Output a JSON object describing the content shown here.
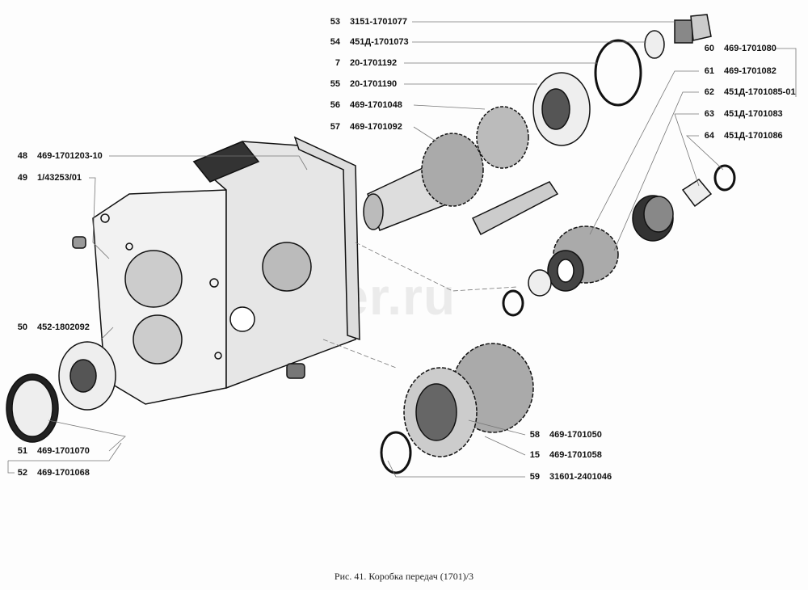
{
  "watermark": "autopiter.ru",
  "caption": "Рис. 41. Коробка передач (1701)/3",
  "labels": {
    "p53": {
      "num": "53",
      "code": "3151-1701077"
    },
    "p54": {
      "num": "54",
      "code": "451Д-1701073"
    },
    "p7": {
      "num": "7",
      "code": "20-1701192"
    },
    "p55": {
      "num": "55",
      "code": "20-1701190"
    },
    "p56": {
      "num": "56",
      "code": "469-1701048"
    },
    "p57": {
      "num": "57",
      "code": "469-1701092"
    },
    "p48": {
      "num": "48",
      "code": "469-1701203-10"
    },
    "p49": {
      "num": "49",
      "code": "1/43253/01"
    },
    "p50": {
      "num": "50",
      "code": "452-1802092"
    },
    "p51": {
      "num": "51",
      "code": "469-1701070"
    },
    "p52": {
      "num": "52",
      "code": "469-1701068"
    },
    "p60": {
      "num": "60",
      "code": "469-1701080"
    },
    "p61": {
      "num": "61",
      "code": "469-1701082"
    },
    "p62": {
      "num": "62",
      "code": "451Д-1701085-01"
    },
    "p63": {
      "num": "63",
      "code": "451Д-1701083"
    },
    "p64": {
      "num": "64",
      "code": "451Д-1701086"
    },
    "p58": {
      "num": "58",
      "code": "469-1701050"
    },
    "p15": {
      "num": "15",
      "code": "469-1701058"
    },
    "p59": {
      "num": "59",
      "code": "31601-2401046"
    }
  }
}
